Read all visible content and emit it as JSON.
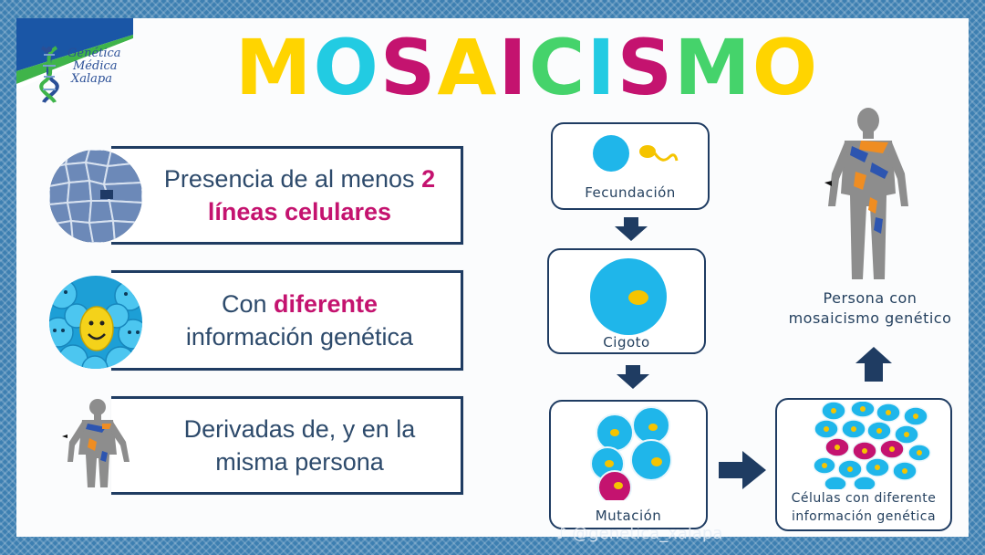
{
  "logo": {
    "line1": "Genética",
    "line2": "Médica",
    "line3": "Xalapa",
    "icon": "dna-icon"
  },
  "title": {
    "letters": [
      {
        "ch": "M",
        "color": "#ffd400"
      },
      {
        "ch": "O",
        "color": "#22cbe2"
      },
      {
        "ch": "S",
        "color": "#c4136f"
      },
      {
        "ch": "A",
        "color": "#ffd400"
      },
      {
        "ch": "I",
        "color": "#c4136f"
      },
      {
        "ch": "C",
        "color": "#45d36b"
      },
      {
        "ch": "I",
        "color": "#22cbe2"
      },
      {
        "ch": "S",
        "color": "#c4136f"
      },
      {
        "ch": "M",
        "color": "#45d36b"
      },
      {
        "ch": "O",
        "color": "#ffd400"
      }
    ]
  },
  "features": [
    {
      "pre": "Presencia de al menos ",
      "hl1": "2",
      "line2": "líneas celulares",
      "icon": "mosaic-tile-icon"
    },
    {
      "pre": "Con ",
      "hl1": "diferente",
      "line2": "información genética",
      "icon": "smiley-balls-icon"
    },
    {
      "line1": "Derivadas de, y en la",
      "line2": "misma persona",
      "icon": "person-silhouette-icon"
    }
  ],
  "flow": {
    "fecundacion": "Fecundación",
    "cigoto": "Cigoto",
    "mutacion": "Mutación",
    "celulas_line1": "Células con diferente",
    "celulas_line2": "información genética",
    "persona_line1": "Persona con",
    "persona_line2": "mosaicismo genético"
  },
  "colors": {
    "navy": "#1f3c62",
    "magenta": "#c4136f",
    "cyan": "#1fb6ea",
    "yellow": "#f5c400",
    "orange": "#ef8d22",
    "blue_patch": "#2d55b0"
  },
  "watermark": "@genetica_xalapa"
}
